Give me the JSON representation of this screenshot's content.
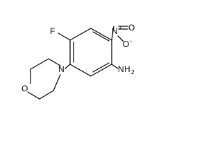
{
  "structure": {
    "atoms": {
      "fluorine": "F",
      "nitro_nitrogen": "N",
      "nitro_charge": "+",
      "nitro_oxygen_double": "O",
      "nitro_oxygen_single": "O",
      "nitro_oxygen_charge": "−",
      "morpholine_nitrogen": "N",
      "morpholine_oxygen": "O",
      "amine_nitrogen": "N",
      "amine_hydrogen": "H",
      "amine_hydrogen_count": "2"
    }
  }
}
